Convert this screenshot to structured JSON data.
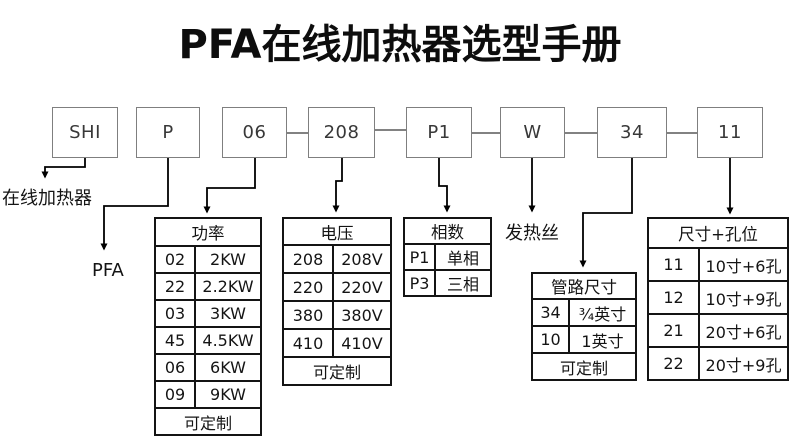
{
  "title": "PFA在线加热器选型手册",
  "code_boxes": [
    {
      "code": "SHI"
    },
    {
      "code": "P"
    },
    {
      "code": "06"
    },
    {
      "code": "208"
    },
    {
      "code": "P1"
    },
    {
      "code": "W"
    },
    {
      "code": "34"
    },
    {
      "code": "11"
    }
  ],
  "annotations": {
    "shi_meaning": "在线加热器",
    "p_meaning": "PFA",
    "w_meaning": "发热丝"
  },
  "tables": {
    "power": {
      "header": "功率",
      "rows": [
        [
          "02",
          "2KW"
        ],
        [
          "22",
          "2.2KW"
        ],
        [
          "03",
          "3KW"
        ],
        [
          "45",
          "4.5KW"
        ],
        [
          "06",
          "6KW"
        ],
        [
          "09",
          "9KW"
        ]
      ],
      "footer": "可定制"
    },
    "voltage": {
      "header": "电压",
      "rows": [
        [
          "208",
          "208V"
        ],
        [
          "220",
          "220V"
        ],
        [
          "380",
          "380V"
        ],
        [
          "410",
          "410V"
        ]
      ],
      "footer": "可定制"
    },
    "phase": {
      "header": "相数",
      "rows": [
        [
          "P1",
          "单相"
        ],
        [
          "P3",
          "三相"
        ]
      ]
    },
    "pipe": {
      "header": "管路尺寸",
      "rows": [
        [
          "34",
          "¾英寸"
        ],
        [
          "10",
          "1英寸"
        ]
      ],
      "footer": "可定制"
    },
    "size_holes": {
      "header": "尺寸+孔位",
      "rows": [
        [
          "11",
          "10寸+6孔"
        ],
        [
          "12",
          "10寸+9孔"
        ],
        [
          "21",
          "20寸+6孔"
        ],
        [
          "22",
          "20寸+9孔"
        ]
      ]
    }
  },
  "colors": {
    "background": "#ffffff",
    "box_border": "#7f7f7f",
    "table_border": "#141414",
    "line": "#000000",
    "text": "#1a1a1a"
  }
}
